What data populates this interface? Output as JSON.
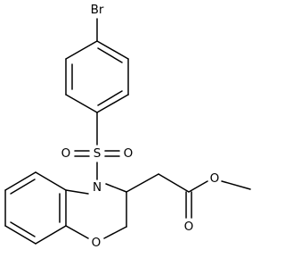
{
  "molecule": {
    "atoms": {
      "br": "Br",
      "s": "S",
      "o_s1": "O",
      "o_s2": "O",
      "n": "N",
      "o_ring": "O",
      "o_carbonyl": "O",
      "o_ester": "O"
    }
  }
}
